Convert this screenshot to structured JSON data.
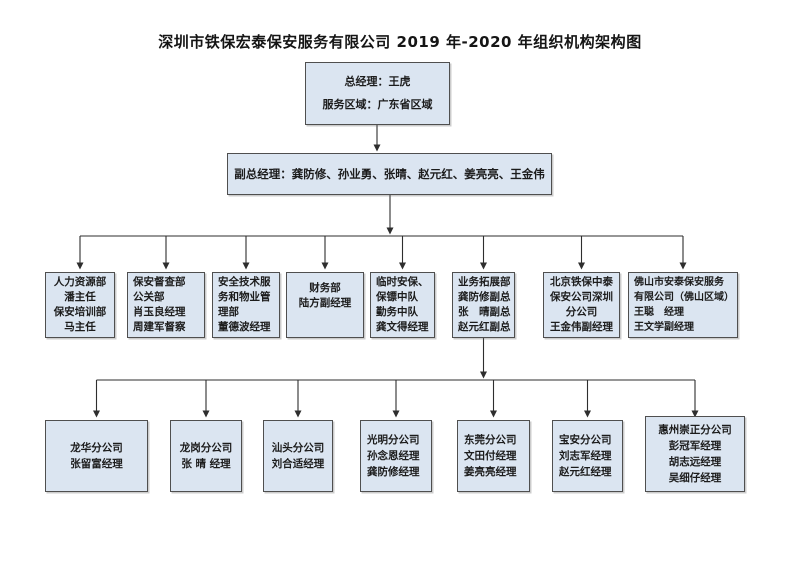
{
  "page": {
    "title": "深圳市铁保宏泰保安服务有限公司 2019 年-2020 年组织机构架构图"
  },
  "colors": {
    "box_fill": "#dbe5f1",
    "box_border": "#4f4f4f",
    "connector_line": "#2e2e2e"
  },
  "org": {
    "general_manager": {
      "lines": [
        "总经理：王虎",
        "服务区域：广东省区域"
      ]
    },
    "deputy_managers": {
      "label": "副总经理：龚防修、孙业勇、张晴、赵元红、姜亮亮、王金伟"
    },
    "departments": [
      {
        "lines": [
          "人力资源部",
          "潘主任",
          "保安培训部",
          "马主任"
        ]
      },
      {
        "lines": [
          "保安督查部",
          "公关部",
          "肖玉良经理",
          "周建军督察"
        ]
      },
      {
        "lines": [
          "安全技术服",
          "务和物业管",
          "理部",
          "董德波经理"
        ]
      },
      {
        "lines": [
          "财务部",
          "陆方副经理"
        ]
      },
      {
        "lines": [
          "临时安保、",
          "保镖中队",
          "勤务中队",
          "龚文得经理"
        ]
      },
      {
        "lines": [
          "业务拓展部",
          "龚防修副总",
          "张　晴副总",
          "赵元红副总"
        ]
      },
      {
        "lines": [
          "北京铁保中泰",
          "保安公司深圳",
          "分公司",
          "王金伟副经理"
        ]
      },
      {
        "lines": [
          "佛山市安泰保安服务",
          "有限公司（佛山区域）",
          "王聪　经理",
          "王文学副经理"
        ]
      }
    ],
    "branches": [
      {
        "lines": [
          "龙华分公司",
          "张留富经理"
        ]
      },
      {
        "lines": [
          "龙岗分公司",
          "张 晴 经理"
        ]
      },
      {
        "lines": [
          "汕头分公司",
          "刘合适经理"
        ]
      },
      {
        "lines": [
          "光明分公司",
          "孙念恩经理",
          "龚防修经理"
        ]
      },
      {
        "lines": [
          "东莞分公司",
          "文田付经理",
          "姜亮亮经理"
        ]
      },
      {
        "lines": [
          "宝安分公司",
          "刘志军经理",
          "赵元红经理"
        ]
      },
      {
        "lines": [
          "惠州崇正分公司",
          "彭冠军经理",
          "胡志远经理",
          "吴细仔经理"
        ]
      }
    ]
  }
}
